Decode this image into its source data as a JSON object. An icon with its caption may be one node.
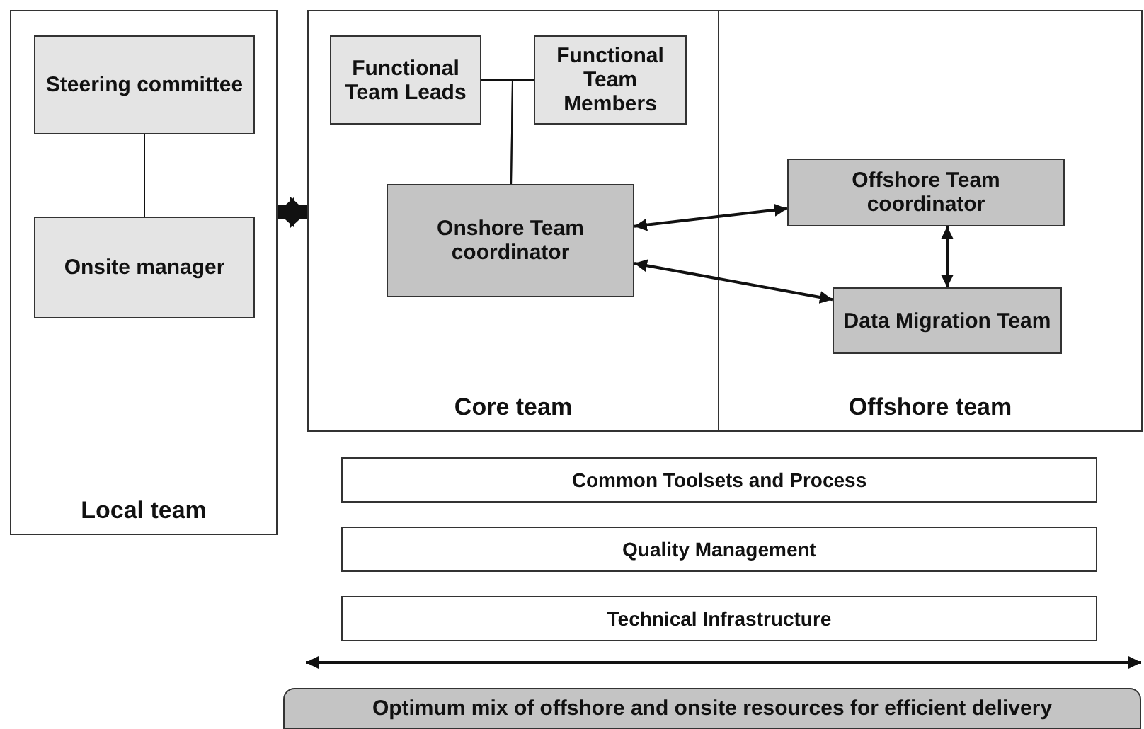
{
  "diagram": {
    "nodes": [
      {
        "text": [
          "Local team"
        ]
      },
      {
        "text": [
          "Steering committee"
        ],
        "in": 0
      },
      {
        "text": [
          "Onsite manager"
        ],
        "in": 0
      },
      {
        "text": [
          "Core team"
        ]
      },
      {
        "text": [
          "Functional Team Leads"
        ],
        "in": 3
      },
      {
        "text": [
          "Functional Team Members"
        ],
        "in": 3
      },
      {
        "text": [
          "Onshore Team coordinator"
        ],
        "in": 3
      },
      {
        "text": [
          "Offshore team"
        ]
      },
      {
        "text": [
          "Offshore Team coordinator"
        ],
        "in": 7
      },
      {
        "text": [
          "Data Migration Team"
        ],
        "in": 7
      },
      {
        "text": [
          "Common Toolsets and Process"
        ]
      },
      {
        "text": [
          "Quality Management"
        ]
      },
      {
        "text": [
          "Technical Infrastructure"
        ]
      },
      {
        "text": [
          "Optimum mix of offshore and onsite resources for efficient delivery"
        ]
      }
    ],
    "edges": [
      {
        "from": 1,
        "to": 2,
        "arrow": "none"
      },
      {
        "from": 0,
        "to": 3,
        "arrow": "both",
        "style": "thick"
      },
      {
        "from": 4,
        "to": 5,
        "arrow": "none"
      },
      {
        "from": 4,
        "to": 6,
        "arrow": "none"
      },
      {
        "from": 5,
        "to": 6,
        "arrow": "none"
      },
      {
        "from": 6,
        "to": 8,
        "arrow": "both"
      },
      {
        "from": 6,
        "to": 9,
        "arrow": "both"
      },
      {
        "from": 8,
        "to": 9,
        "arrow": "both"
      }
    ]
  }
}
